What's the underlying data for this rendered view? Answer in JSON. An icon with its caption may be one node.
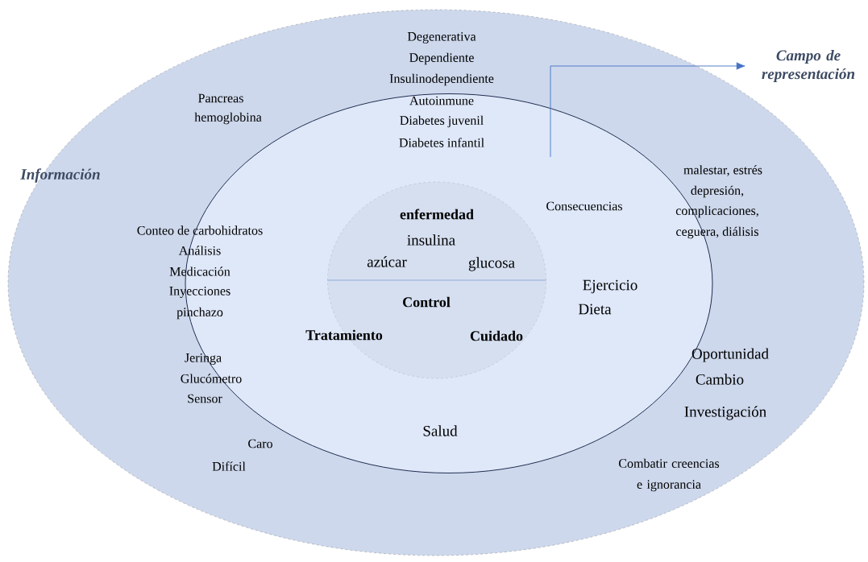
{
  "diagram": {
    "nodes": [
      {
        "text": [],
        "shape": "ellipse"
      },
      {
        "text": [],
        "shape": "ellipse",
        "in": 0
      },
      {
        "text": [],
        "shape": "ellipse",
        "in": 1
      },
      {
        "text": [
          "Campo de representación"
        ]
      }
    ],
    "edges": [
      {
        "from": null,
        "to": 3,
        "arrow": "to",
        "color": "#4472c4"
      }
    ],
    "labels": [
      "Degenerativa",
      "Dependiente",
      "Insulinodependiente",
      "Autoinmune",
      "Diabetes juvenil",
      "Diabetes infantil",
      "Pancreas",
      "hemoglobina",
      "Información",
      "malestar, estrés",
      "depresión,",
      "complicaciones,",
      "ceguera, diálisis",
      "Consecuencias",
      "enfermedad",
      "Conteo de carbohidratos",
      "Análisis",
      "Medicación",
      "Inyecciones",
      "pinchazo",
      "insulina",
      "azúcar",
      "glucosa",
      "Ejercicio",
      "Dieta",
      "Control",
      "Tratamiento",
      "Cuidado",
      "Jeringa",
      "Glucómetro",
      "Sensor",
      "Oportunidad",
      "Cambio",
      "Investigación",
      "Salud",
      "Caro",
      "Difícil",
      "Combatir creencias e ignorancia"
    ]
  }
}
